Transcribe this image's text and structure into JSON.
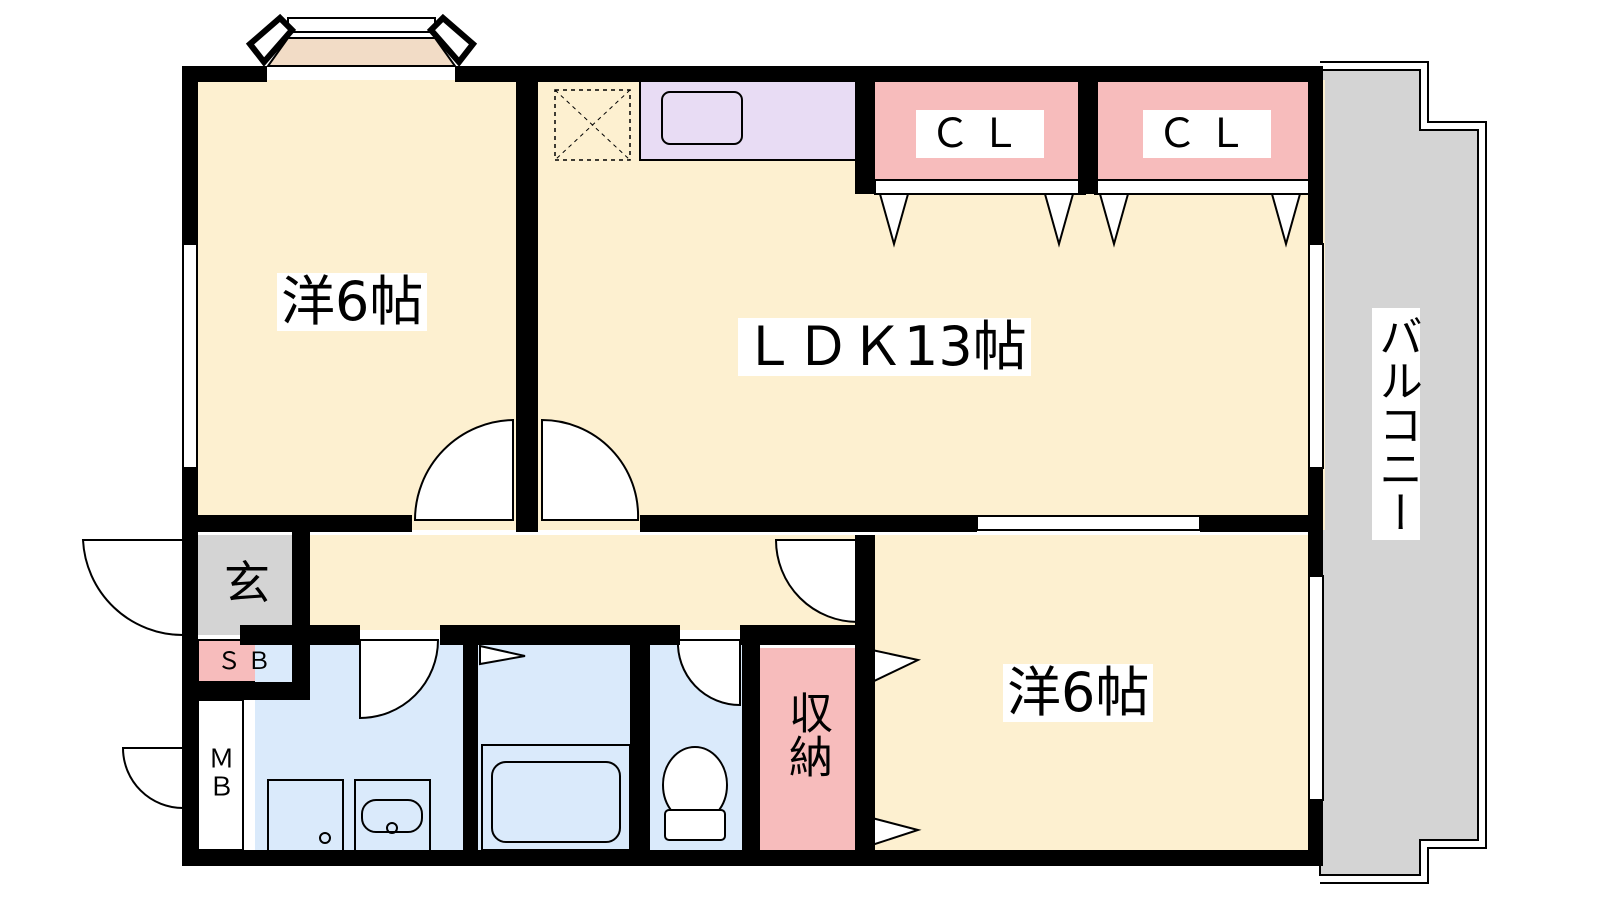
{
  "colors": {
    "wall": "#000000",
    "room_floor": "#fdf0d0",
    "wet_area": "#daeafb",
    "closet": "#f7bcbc",
    "balcony": "#d4d4d4",
    "entrance": "#d4d4d4",
    "kitchen": "#e8dcf4",
    "bay_window": "#f2dcc6"
  },
  "rooms": {
    "western_room_1": "洋6帖",
    "ldk": "ＬＤＫ13帖",
    "western_room_2": "洋6帖",
    "entrance": "玄",
    "storage": "収納",
    "balcony": "バルコニー",
    "closet_1": "ＣＬ",
    "closet_2": "ＣＬ",
    "shoe_box": "ＳＢ",
    "meter_box": "ＭＢ"
  }
}
